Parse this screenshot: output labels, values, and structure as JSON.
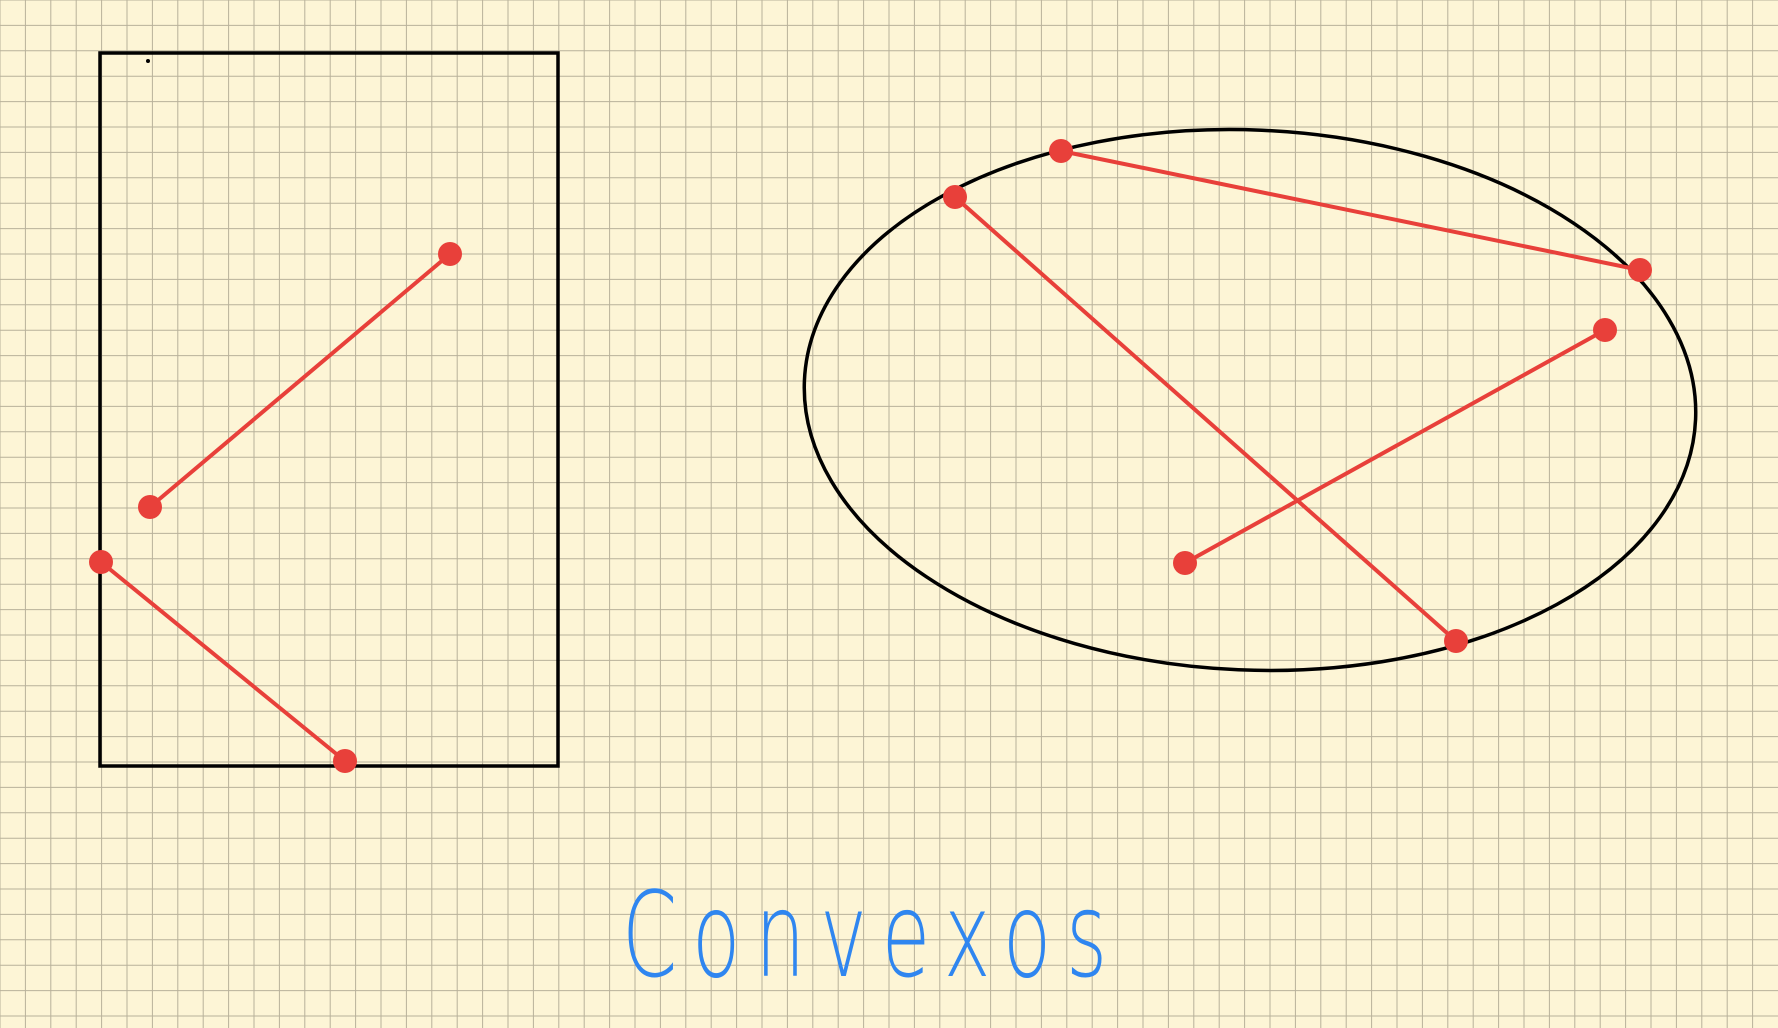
{
  "background_color": "#fdf5d6",
  "grid_color": "#b8b19a",
  "outline_color": "#000000",
  "segment_color": "#e8403a",
  "caption_color": "#2f86f0",
  "caption": "Convexos",
  "figures": [
    {
      "name": "rectangle",
      "shape": "rectangle",
      "segment_count": 2
    },
    {
      "name": "ellipse",
      "shape": "ellipse",
      "segment_count": 3
    }
  ]
}
